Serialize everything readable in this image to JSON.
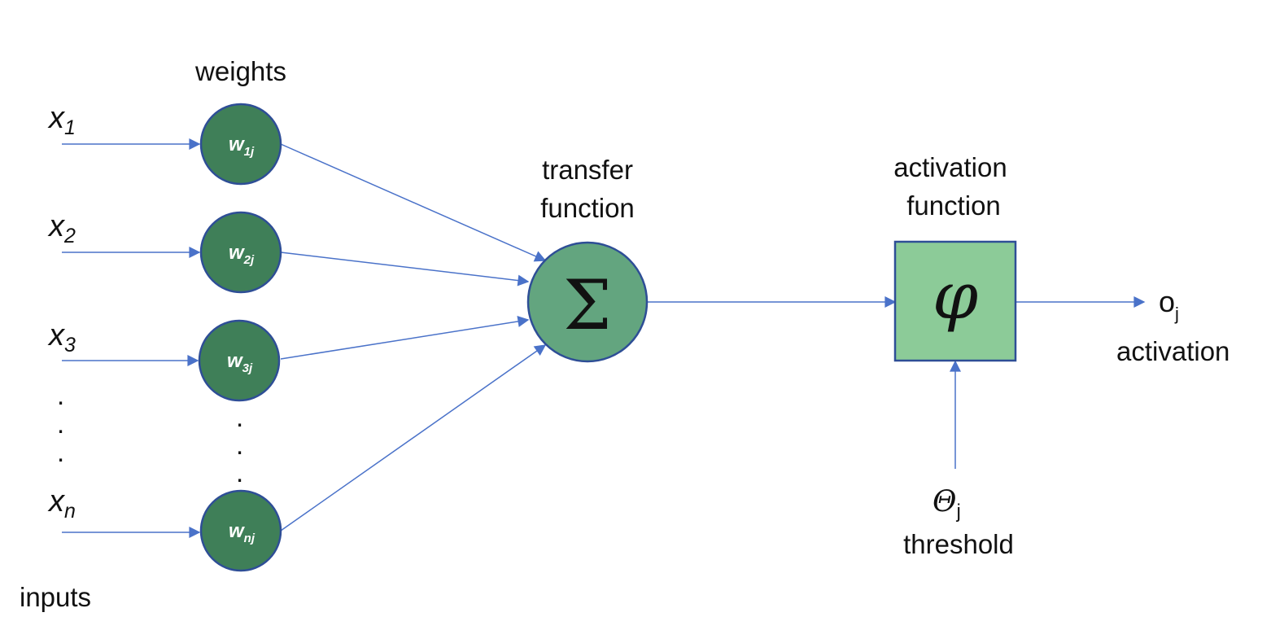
{
  "labels": {
    "weights": "weights",
    "inputs": "inputs",
    "transfer_line1": "transfer",
    "transfer_line2": "function",
    "activation_fn_line1": "activation",
    "activation_fn_line2": "function",
    "output_main": "o",
    "output_sub": "j",
    "output_caption": "activation",
    "threshold_main": "Θ",
    "threshold_sub": "j",
    "threshold_caption": "threshold"
  },
  "inputs": [
    {
      "main": "x",
      "sub": "1"
    },
    {
      "main": "x",
      "sub": "2"
    },
    {
      "main": "x",
      "sub": "3"
    },
    {
      "main": "x",
      "sub": "n"
    }
  ],
  "weights": [
    {
      "main": "w",
      "sub": "1j"
    },
    {
      "main": "w",
      "sub": "2j"
    },
    {
      "main": "w",
      "sub": "3j"
    },
    {
      "main": "w",
      "sub": "nj"
    }
  ],
  "symbols": {
    "sum": "Σ",
    "phi": "φ",
    "ellipsis_dot": "."
  },
  "colors": {
    "weight_fill": "#3f7f58",
    "sum_fill": "#63a57f",
    "phi_fill": "#8ccb98",
    "outline": "#2e4e96",
    "arrow": "#4a72c9"
  }
}
